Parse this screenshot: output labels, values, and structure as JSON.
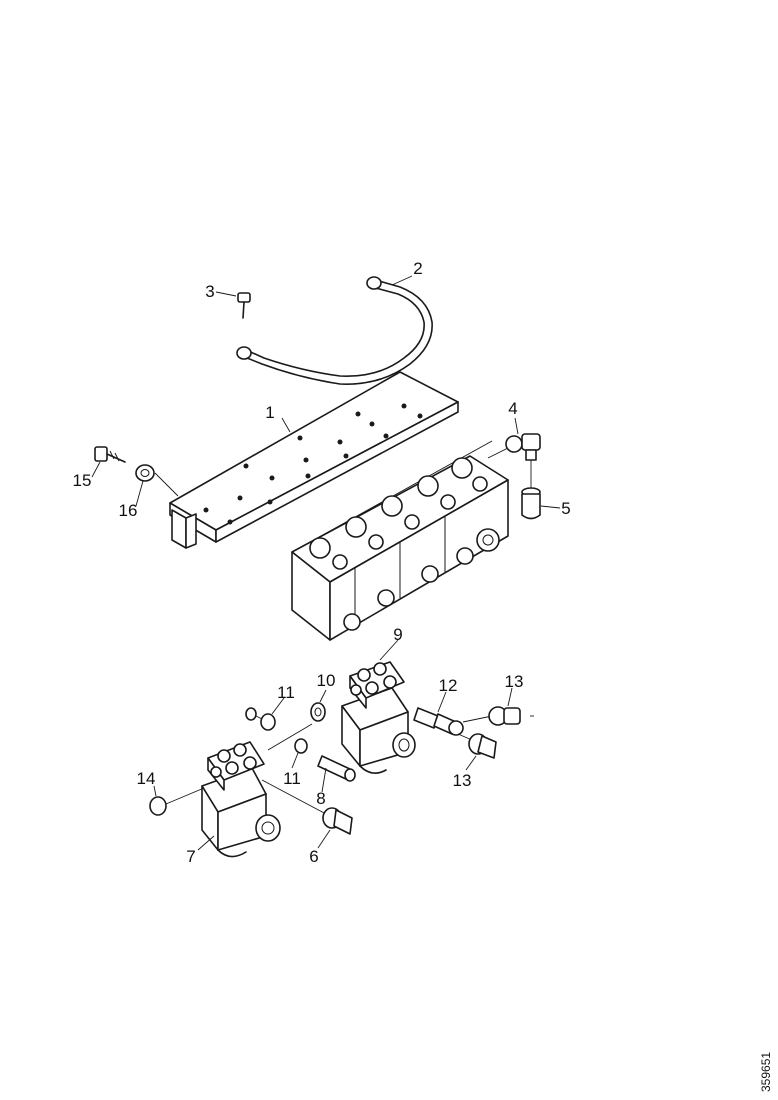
{
  "diagram": {
    "callouts": [
      {
        "id": "c1",
        "text": "1"
      },
      {
        "id": "c2",
        "text": "2"
      },
      {
        "id": "c3",
        "text": "3"
      },
      {
        "id": "c4",
        "text": "4"
      },
      {
        "id": "c5",
        "text": "5"
      },
      {
        "id": "c6",
        "text": "6"
      },
      {
        "id": "c7",
        "text": "7"
      },
      {
        "id": "c8",
        "text": "8"
      },
      {
        "id": "c9",
        "text": "9"
      },
      {
        "id": "c10",
        "text": "10"
      },
      {
        "id": "c11a",
        "text": "11"
      },
      {
        "id": "c11b",
        "text": "11"
      },
      {
        "id": "c12",
        "text": "12"
      },
      {
        "id": "c13a",
        "text": "13"
      },
      {
        "id": "c13b",
        "text": "13"
      },
      {
        "id": "c14",
        "text": "14"
      },
      {
        "id": "c15",
        "text": "15"
      },
      {
        "id": "c16",
        "text": "16"
      }
    ],
    "document_number": "359651"
  }
}
